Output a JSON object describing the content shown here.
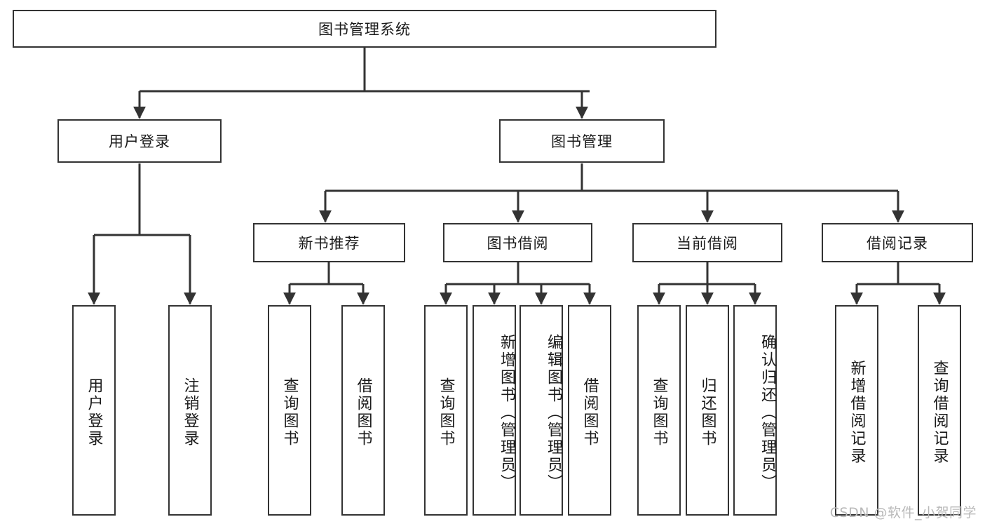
{
  "diagram": {
    "type": "tree",
    "title": "图书管理系统",
    "root": {
      "label": "图书管理系统"
    },
    "level2": [
      {
        "label": "用户登录"
      },
      {
        "label": "图书管理"
      }
    ],
    "level3": [
      {
        "label": "新书推荐"
      },
      {
        "label": "图书借阅"
      },
      {
        "label": "当前借阅"
      },
      {
        "label": "借阅记录"
      }
    ],
    "leaves": {
      "user_login": [
        {
          "label": "用户登录"
        },
        {
          "label": "注销登录"
        }
      ],
      "new_book_recommend": [
        {
          "label": "查询图书"
        },
        {
          "label": "借阅图书"
        }
      ],
      "book_borrow": [
        {
          "label": "查询图书"
        },
        {
          "label": "新增图书（管理员）"
        },
        {
          "label": "编辑图书（管理员）"
        },
        {
          "label": "借阅图书"
        }
      ],
      "current_borrow": [
        {
          "label": "查询图书"
        },
        {
          "label": "归还图书"
        },
        {
          "label": "确认归还（管理员）"
        }
      ],
      "borrow_record": [
        {
          "label": "新增借阅记录"
        },
        {
          "label": "查询借阅记录"
        }
      ]
    }
  },
  "watermark": {
    "text": "CSDN @软件_小贺同学"
  },
  "colors": {
    "stroke": "#333333",
    "background": "#ffffff",
    "text": "#1a1a1a",
    "watermark": "#b9b9b9"
  }
}
